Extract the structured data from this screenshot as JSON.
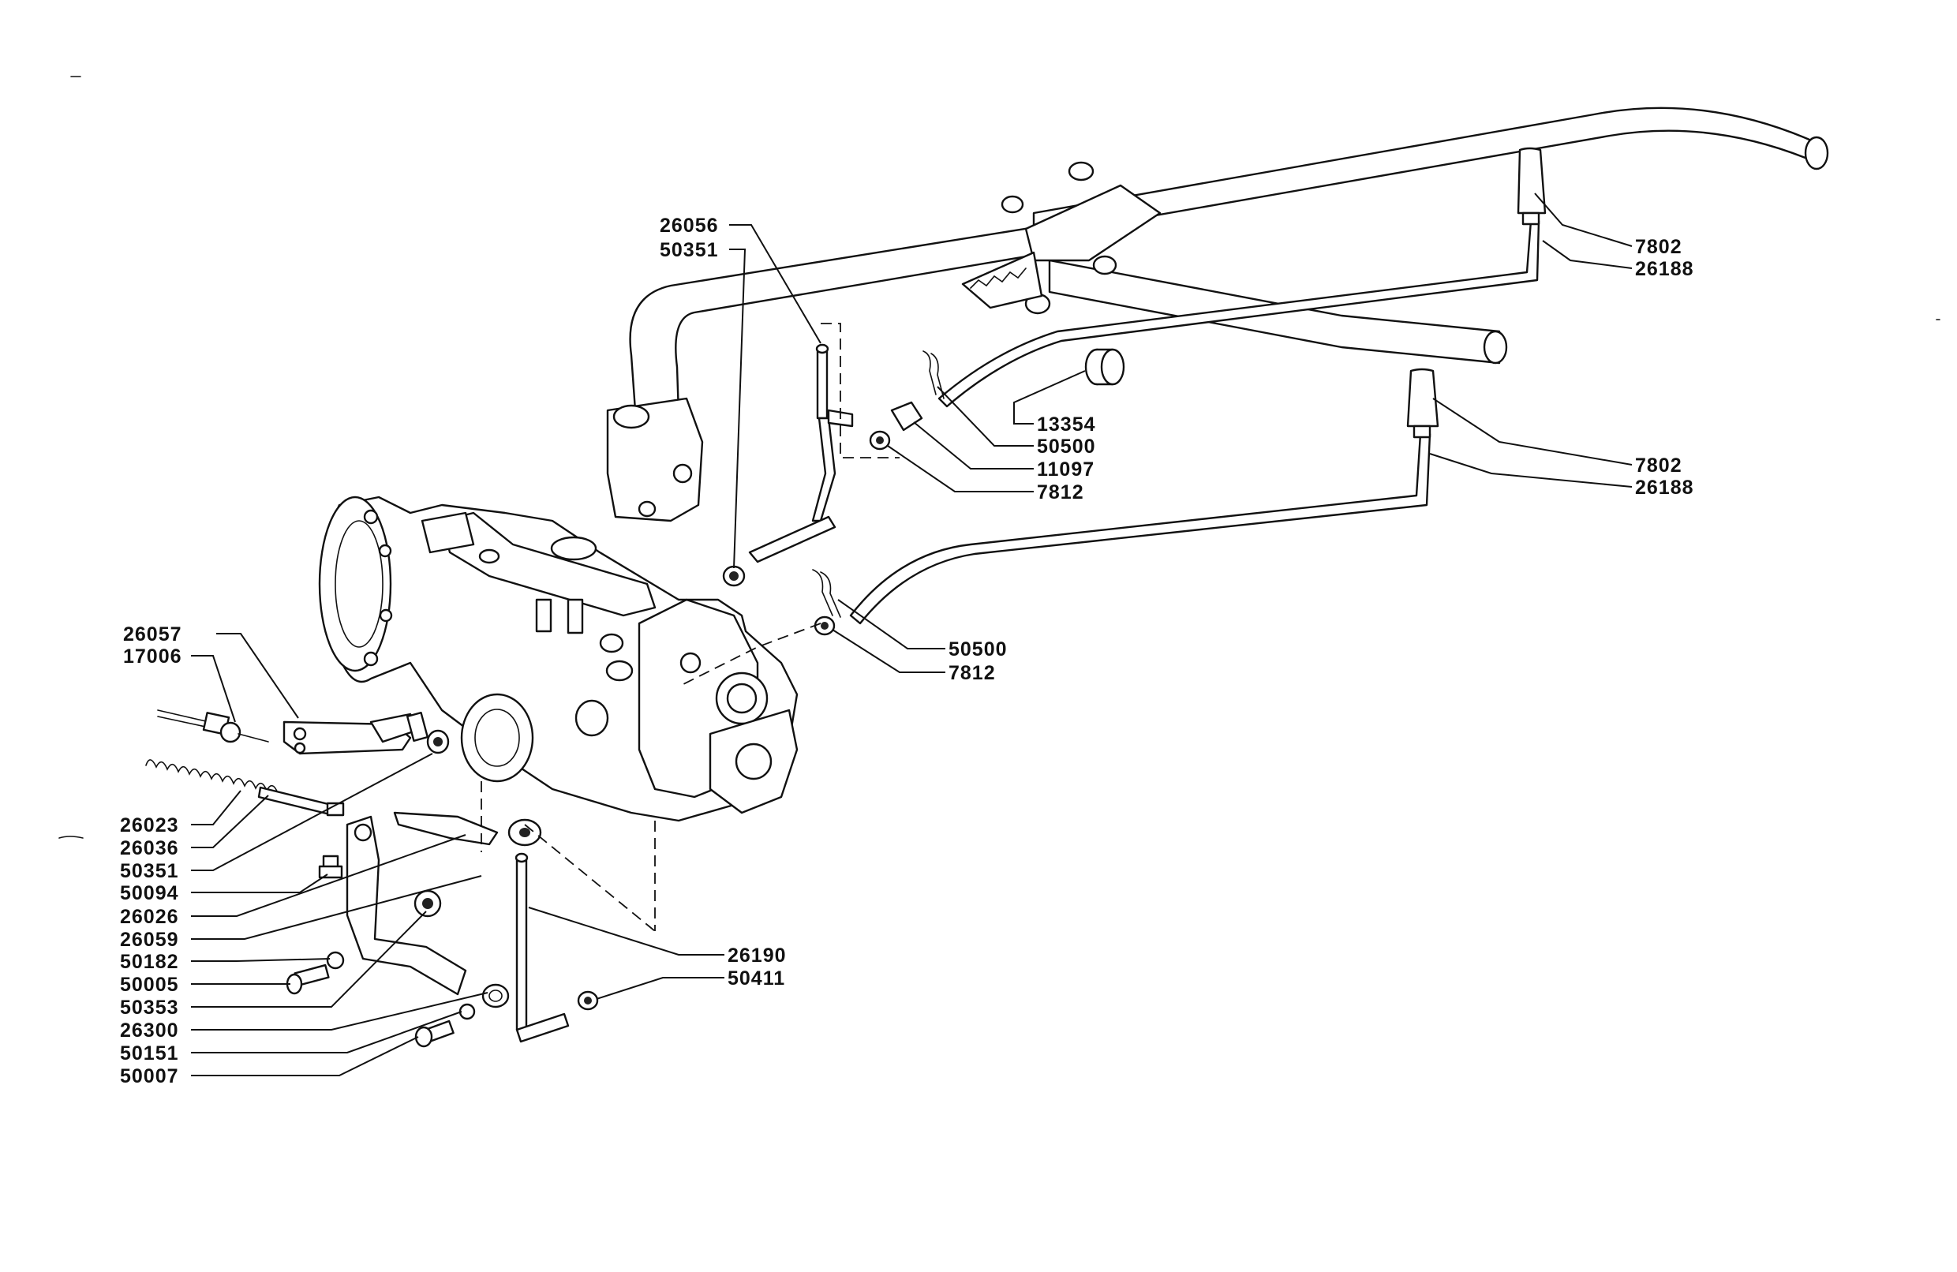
{
  "labels": {
    "l_26056": "26056",
    "l_50351_top": "50351",
    "l_7802_a": "7802",
    "l_26188_a": "26188",
    "l_13354": "13354",
    "l_50500_a": "50500",
    "l_11097": "11097",
    "l_7812_a": "7812",
    "l_7802_b": "7802",
    "l_26188_b": "26188",
    "l_50500_b": "50500",
    "l_7812_b": "7812",
    "l_26057": "26057",
    "l_17006": "17006",
    "l_26023": "26023",
    "l_26036": "26036",
    "l_50351_left": "50351",
    "l_50094": "50094",
    "l_26026": "26026",
    "l_26059": "26059",
    "l_50182": "50182",
    "l_50005": "50005",
    "l_50353": "50353",
    "l_26300": "26300",
    "l_50151": "50151",
    "l_50007": "50007",
    "l_26190": "26190",
    "l_50411": "50411"
  }
}
